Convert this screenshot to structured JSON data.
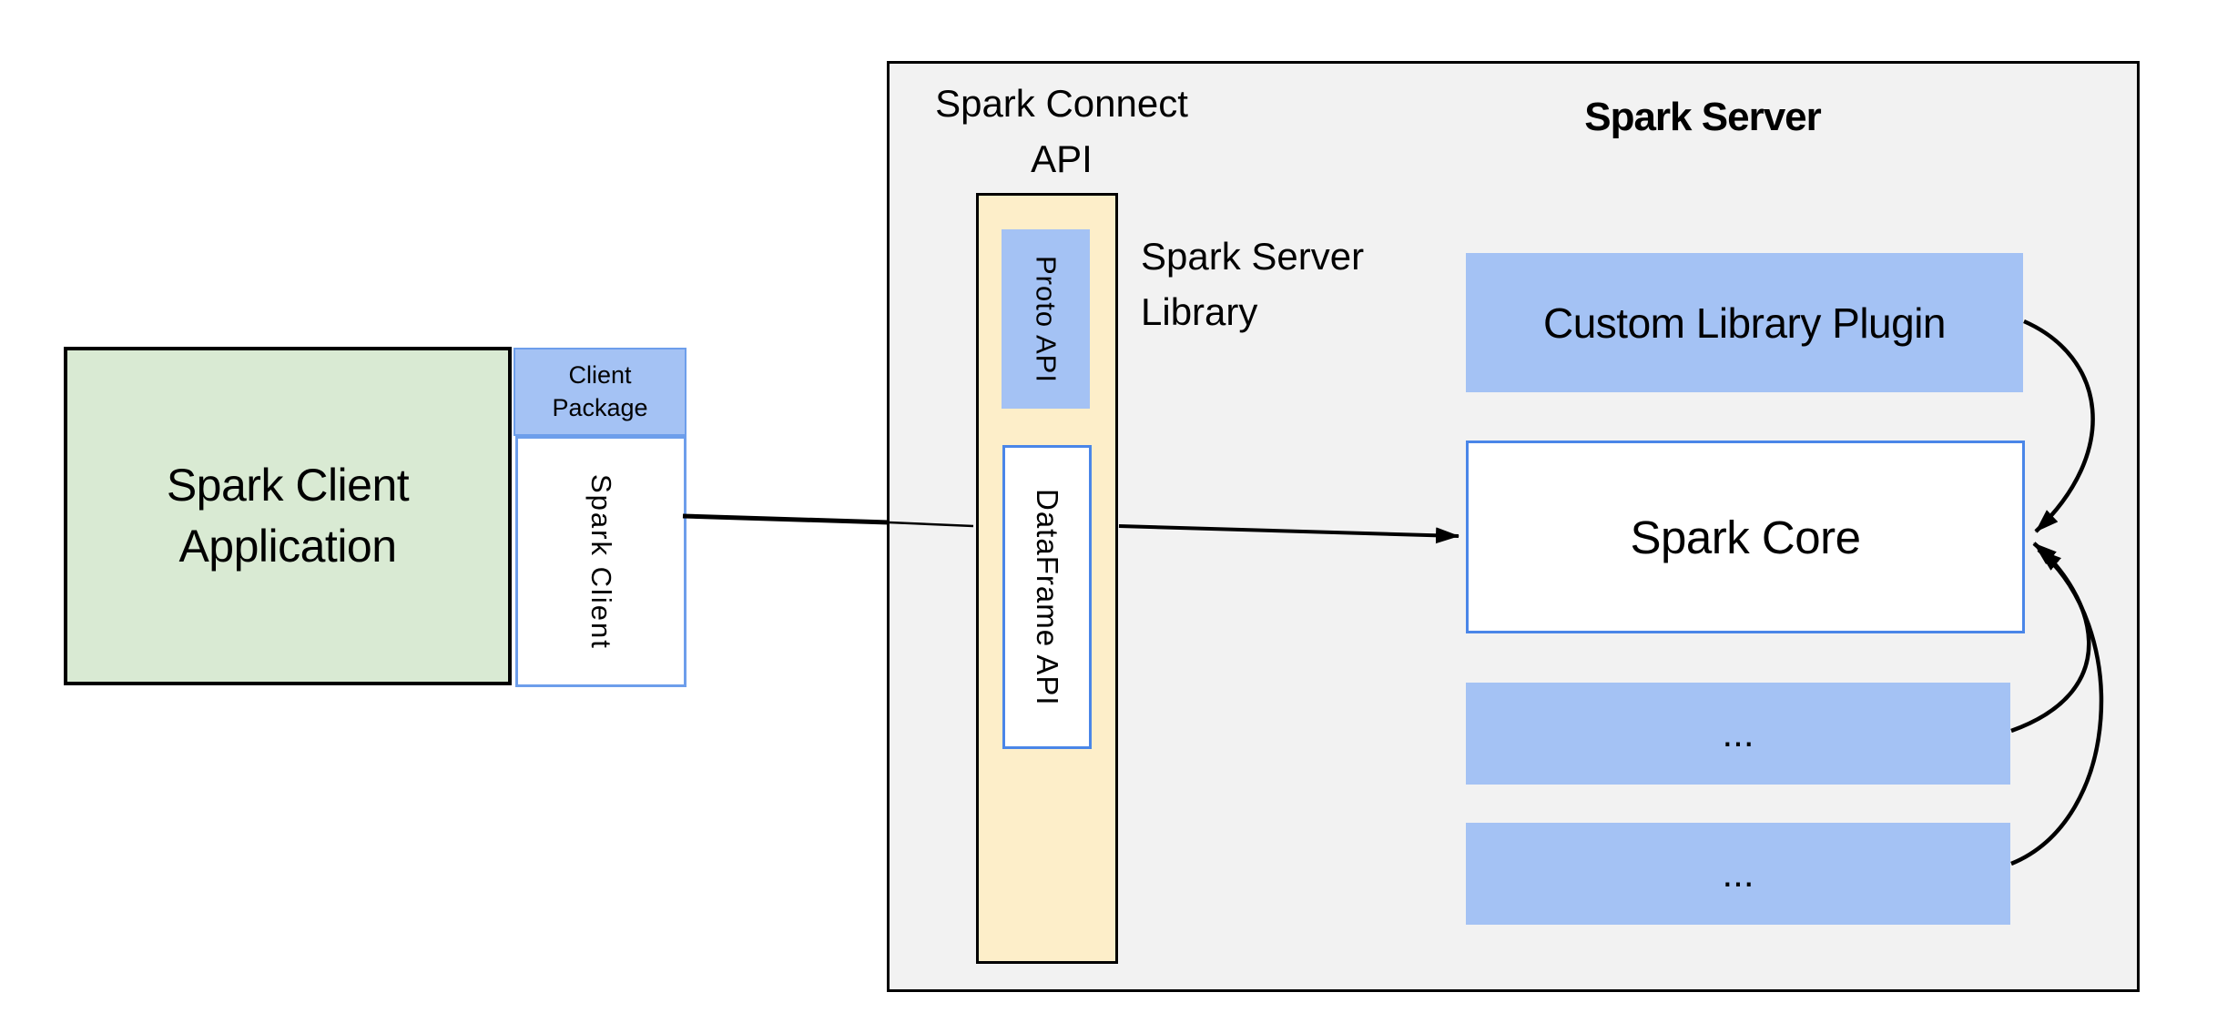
{
  "colors": {
    "canvas_bg": "#ffffff",
    "server_bg": "#f2f2f2",
    "green_fill": "#d9ead3",
    "blue_fill": "#a4c2f4",
    "yellow_fill": "#fdeec9",
    "blue_border": "#4a86e8",
    "line_color": "#000000",
    "text_color": "#000000"
  },
  "client": {
    "application_label": "Spark Client\nApplication",
    "package_label": "Client\nPackage",
    "spark_client_label": "Spark Client"
  },
  "connect_api": {
    "title": "Spark Connect\nAPI",
    "proto_api_label": "Proto API",
    "dataframe_api_label": "DataFrame API",
    "library_label": "Spark Server\nLibrary"
  },
  "server": {
    "title": "Spark Server",
    "plugin_label": "Custom Library Plugin",
    "core_label": "Spark Core",
    "modules": [
      {
        "label": "..."
      },
      {
        "label": "..."
      }
    ]
  }
}
